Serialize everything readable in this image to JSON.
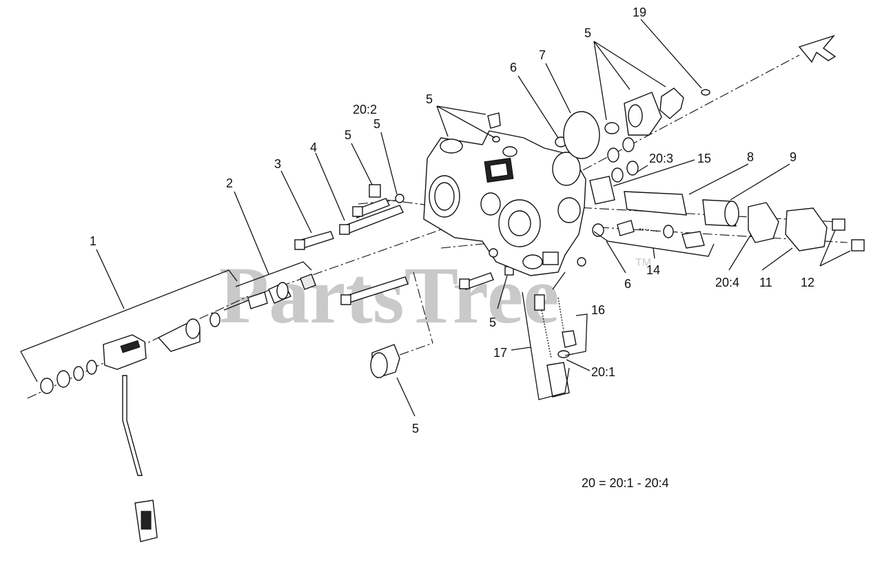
{
  "callouts": {
    "c1": "1",
    "c2": "2",
    "c3": "3",
    "c4": "4",
    "c5_top": "5",
    "c5_cluster": "5",
    "c5_bolt": "5",
    "c5_washer": "5",
    "c5_bottom": "5",
    "c5_small": "5",
    "c6_top": "6",
    "c6_right": "6",
    "c7": "7",
    "c8": "8",
    "c9": "9",
    "c11": "11",
    "c12": "12",
    "c14": "14",
    "c15": "15",
    "c16": "16",
    "c17": "17",
    "c19": "19",
    "c20_1": "20:1",
    "c20_2": "20:2",
    "c20_3": "20:3",
    "c20_4": "20:4"
  },
  "legend_note": "20 = 20:1 - 20:4",
  "watermark": {
    "text": "PartsTree",
    "tm": "TM"
  },
  "colors": {
    "line": "#111111",
    "watermark": "#c9c9c9",
    "background": "#ffffff"
  },
  "icons": {
    "direction": "direction-arrow-icon"
  }
}
